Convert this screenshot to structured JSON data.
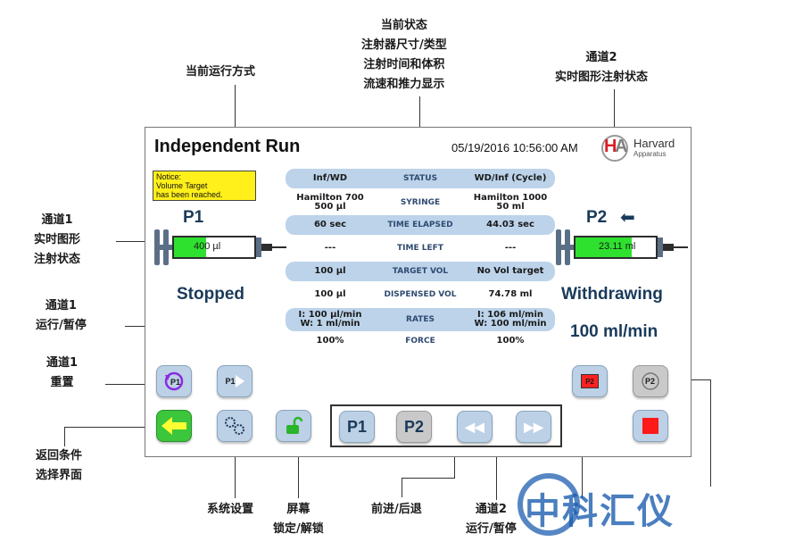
{
  "annotations": {
    "run_mode": "当前运行方式",
    "status_lines": [
      "当前状态",
      "注射器尺寸/类型",
      "注射时间和体积",
      "流速和推力显示"
    ],
    "ch2_graph": [
      "通道2",
      "实时图形注射状态"
    ],
    "ch1_graph": [
      "通道1",
      "实时图形",
      "注射状态"
    ],
    "ch1_runpause": [
      "通道1",
      "运行/暂停"
    ],
    "ch1_reset": [
      "通道1",
      "重置"
    ],
    "back": [
      "返回条件",
      "选择界面"
    ],
    "system_settings": "系统设置",
    "screen_lock": [
      "屏幕",
      "锁定/解锁"
    ],
    "fwd_back": "前进/后退",
    "ch2_runpause": [
      "通道2",
      "运行/暂停"
    ]
  },
  "screen": {
    "title": "Independent Run",
    "datetime": "05/19/2016 10:56:00 AM",
    "logo": {
      "h": "H",
      "a": "A",
      "brand": "Harvard",
      "sub": "Apparatus"
    },
    "notice": [
      "Notice:",
      "Volume Target",
      "has been reached."
    ],
    "p1": {
      "label": "P1",
      "volume": "400 µl",
      "state": "Stopped",
      "fill_fraction": 0.4
    },
    "p2": {
      "label": "P2",
      "arrow": "⬅",
      "volume": "23.11 ml",
      "state": "Withdrawing",
      "rate": "100 ml/min",
      "fill_fraction": 0.7
    },
    "rows": [
      {
        "left": [
          "Inf/WD"
        ],
        "mid": "STATUS",
        "right": [
          "WD/Inf (Cycle)"
        ],
        "shaded": true
      },
      {
        "left": [
          "Hamilton 700",
          "500 µl"
        ],
        "mid": "SYRINGE",
        "right": [
          "Hamilton 1000",
          "50 ml"
        ],
        "shaded": false
      },
      {
        "left": [
          "60 sec"
        ],
        "mid": "TIME ELAPSED",
        "right": [
          "44.03 sec"
        ],
        "shaded": true
      },
      {
        "left": [
          "---"
        ],
        "mid": "TIME LEFT",
        "right": [
          "---"
        ],
        "shaded": false
      },
      {
        "left": [
          "100 µl"
        ],
        "mid": "TARGET VOL",
        "right": [
          "No Vol target"
        ],
        "shaded": true
      },
      {
        "left": [
          "100 µl"
        ],
        "mid": "DISPENSED VOL",
        "right": [
          "74.78 ml"
        ],
        "shaded": false
      },
      {
        "left": [
          "I: 100 µl/min",
          "W: 1 ml/min"
        ],
        "mid": "RATES",
        "right": [
          "I: 106 ml/min",
          "W: 100 ml/min"
        ],
        "shaded": true
      },
      {
        "left": [
          "100%"
        ],
        "mid": "FORCE",
        "right": [
          "100%"
        ],
        "shaded": false
      }
    ],
    "buttons": {
      "p1_reset": "P1",
      "p1_run": "P1",
      "p2_run": "P2",
      "p2_reset": "P2",
      "nav_p1": "P1",
      "nav_p2": "P2",
      "rewind": "◀◀",
      "forward": "▶▶"
    },
    "colors": {
      "accent": "#bcd0e6",
      "green": "#3cc63c",
      "red": "#ff2020",
      "notice": "#ffef1a"
    }
  },
  "watermark": "中科汇仪"
}
